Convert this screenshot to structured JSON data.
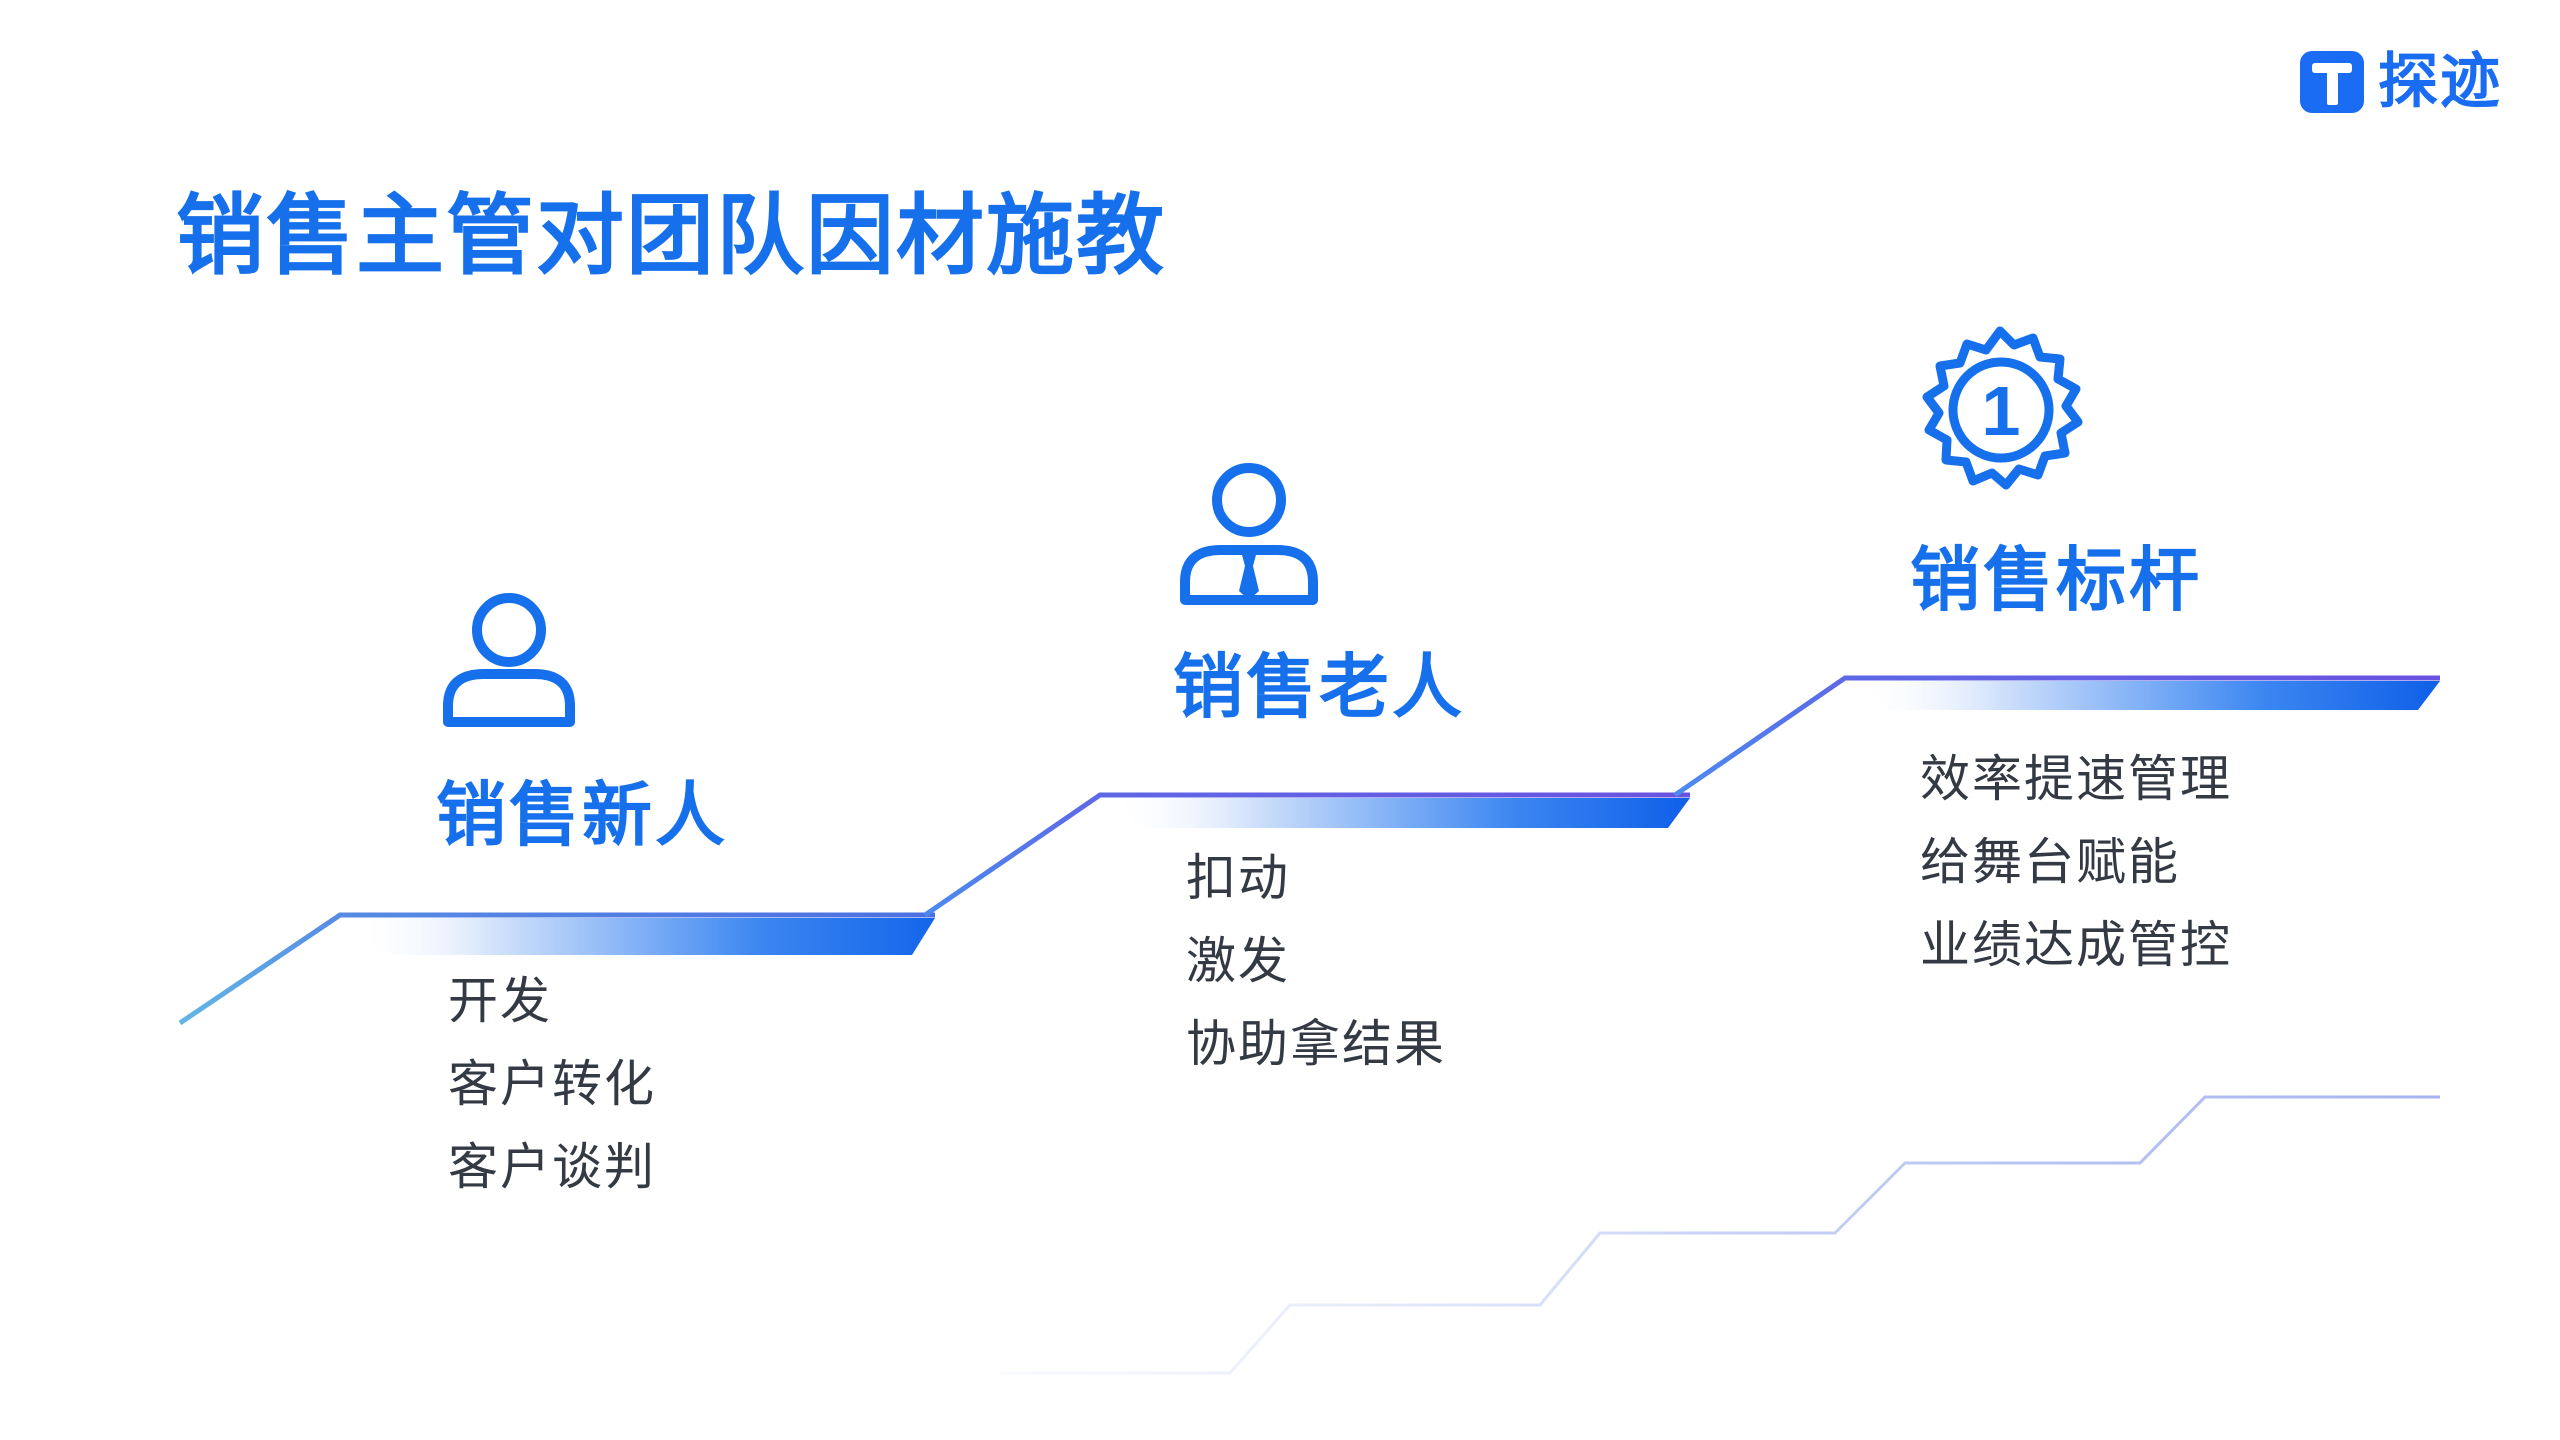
{
  "brand": {
    "name": "探迹",
    "color": "#1a6cf2",
    "icon": "tanji-logo-icon"
  },
  "title": "销售主管对团队因材施教",
  "accent_color": "#1670ec",
  "stages": [
    {
      "icon": "person-icon",
      "title": "销售新人",
      "items": [
        "开发",
        "客户转化",
        "客户谈判"
      ]
    },
    {
      "icon": "person-tie-icon",
      "title": "销售老人",
      "items": [
        "扣动",
        "激发",
        "协助拿结果"
      ]
    },
    {
      "icon": "medal-number-one-icon",
      "badge_number": "1",
      "title": "销售标杆",
      "items": [
        "效率提速管理",
        "给舞台赋能",
        "业绩达成管控"
      ]
    }
  ]
}
